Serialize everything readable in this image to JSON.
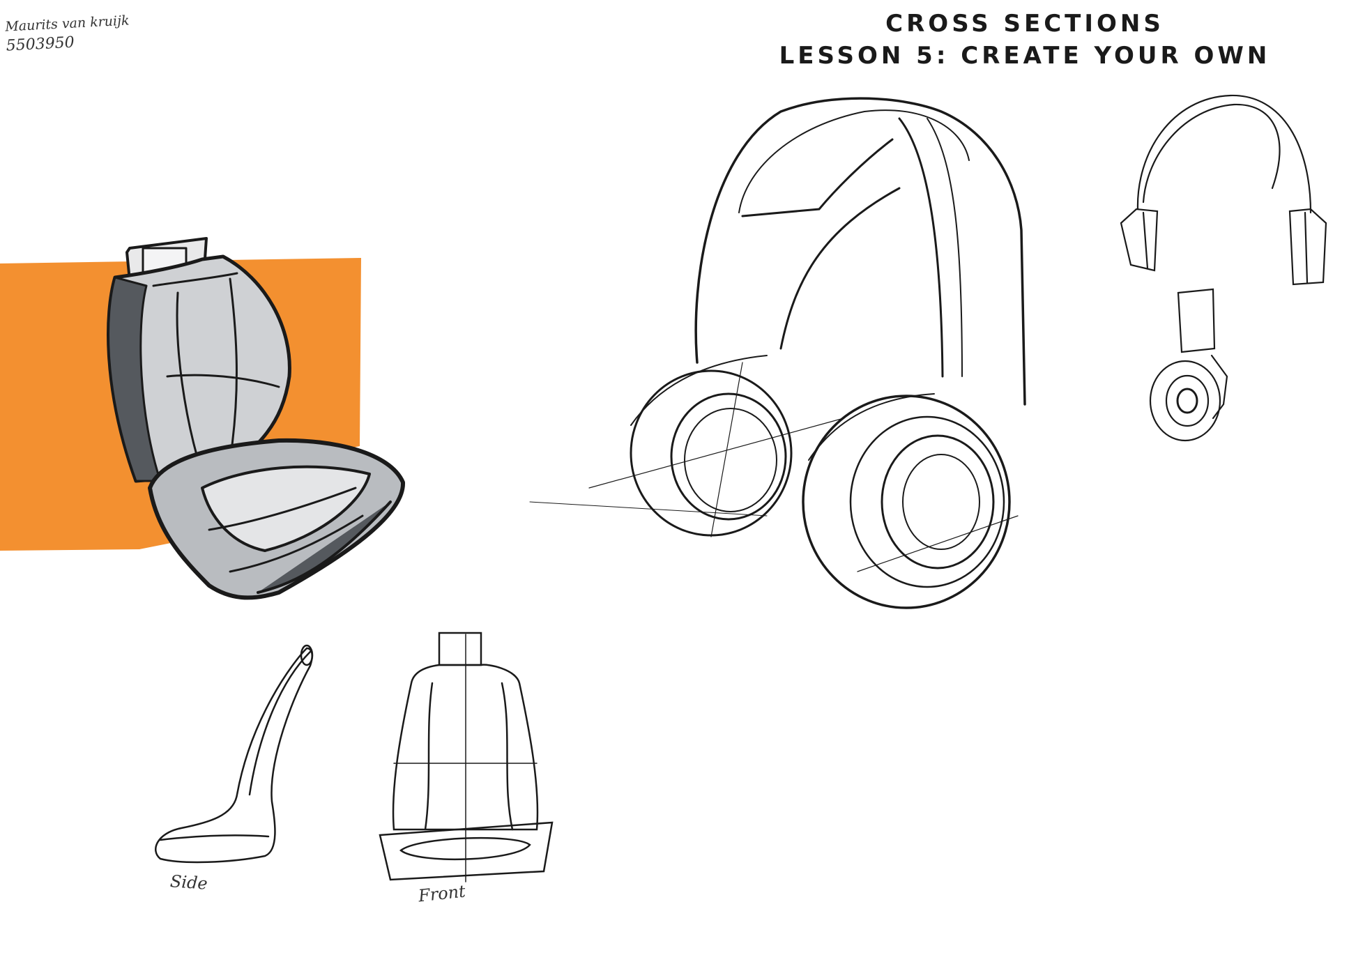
{
  "title": {
    "line1": "CROSS SECTIONS",
    "line2": "LESSON 5: CREATE YOUR OWN"
  },
  "author": {
    "name": "Maurits van kruijk",
    "student_number": "5503950"
  },
  "captions": {
    "side": "Side",
    "front": "Front"
  },
  "colors": {
    "marker_orange": "#f28a25",
    "ink": "#1a1a1a",
    "marker_grey": "#6b6f73",
    "paper": "#ffffff"
  }
}
